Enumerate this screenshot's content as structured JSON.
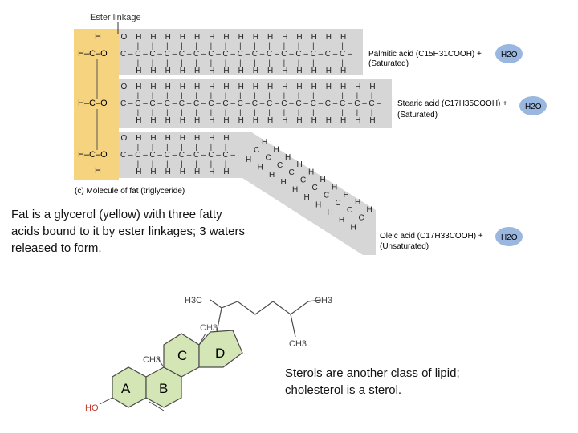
{
  "fat_figure": {
    "ester_label": "Ester linkage",
    "glycerol": {
      "top_h": "H",
      "rows": [
        "H–C–O",
        "H–C–O",
        "H–C–O"
      ],
      "bottom_h": "H"
    },
    "chains": [
      {
        "name_line1": "Palmitic acid (C15H31COOH) +",
        "name_line2": "(Saturated)",
        "water": "H2O",
        "carbons": 16
      },
      {
        "name_line1": "Stearic acid (C17H35COOH) +",
        "name_line2": "(Saturated)",
        "water": "H2O",
        "carbons": 18
      },
      {
        "name_line1": "Oleic acid (C17H33COOH) +",
        "name_line2": "(Unsaturated)",
        "water": "H2O",
        "carbons": 18
      }
    ],
    "panel_caption": "(c) Molecule of fat (triglyceride)",
    "atom_labels": {
      "c": "C",
      "h": "H",
      "o": "O",
      "dash": "–",
      "bond_v": "|"
    },
    "colors": {
      "glycerol": "#f6d37f",
      "chain": "#d6d6d6",
      "water_bubble": "#9ab7e0"
    }
  },
  "caption_fat": "Fat is a glycerol (yellow) with three fatty acids bound to it by ester linkages; 3 waters released to form.",
  "sterol_figure": {
    "ring_labels": [
      "A",
      "B",
      "C",
      "D"
    ],
    "groups": {
      "h3c": "H3C",
      "ch3_top": "CH3",
      "ch3_side": "CH3",
      "ch3_ring": "CH3",
      "ch3_ring2": "CH3",
      "ho": "HO"
    },
    "colors": {
      "ring_fill": "#d4e6b5",
      "ring_stroke": "#4a4a4a",
      "ho": "#c0392b"
    }
  },
  "caption_sterol": "Sterols are another class of lipid; cholesterol is a sterol."
}
